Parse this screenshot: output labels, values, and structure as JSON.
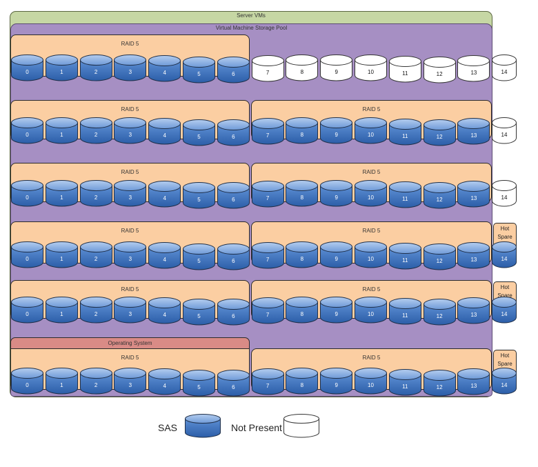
{
  "server_label": "Server VMs",
  "pool_label": "Virtual Machine Storage Pool",
  "raid_label": "RAID 5",
  "os_label": "Operating System",
  "hot_spare_label": "Hot\nSpare",
  "colors": {
    "server_vms": "#c6d7a4",
    "storage_pool": "#a68fc3",
    "raid": "#fbcea2",
    "operating_system": "#d98b86",
    "sas_disk": "#4f81bd",
    "not_present_disk": "#ffffff"
  },
  "legend": [
    {
      "label": "SAS",
      "type": "sas"
    },
    {
      "label": "Not Present",
      "type": "empty"
    }
  ],
  "rows": [
    {
      "raid_groups": [
        {
          "label": "RAID 5",
          "disks": [
            "0",
            "1",
            "2",
            "3",
            "4",
            "5",
            "6"
          ]
        }
      ],
      "os_label": "",
      "disks": [
        {
          "label": "0",
          "type": "sas"
        },
        {
          "label": "1",
          "type": "sas"
        },
        {
          "label": "2",
          "type": "sas"
        },
        {
          "label": "3",
          "type": "sas"
        },
        {
          "label": "4",
          "type": "sas"
        },
        {
          "label": "5",
          "type": "sas"
        },
        {
          "label": "6",
          "type": "sas"
        },
        {
          "label": "7",
          "type": "empty"
        },
        {
          "label": "8",
          "type": "empty"
        },
        {
          "label": "9",
          "type": "empty"
        },
        {
          "label": "10",
          "type": "empty"
        },
        {
          "label": "11",
          "type": "empty"
        },
        {
          "label": "12",
          "type": "empty"
        },
        {
          "label": "13",
          "type": "empty"
        },
        {
          "label": "14",
          "type": "empty"
        }
      ],
      "slot14": "empty"
    },
    {
      "raid_groups": [
        {
          "label": "RAID 5",
          "disks": [
            "0",
            "1",
            "2",
            "3",
            "4",
            "5",
            "6"
          ]
        },
        {
          "label": "RAID 5",
          "disks": [
            "7",
            "8",
            "9",
            "10",
            "11",
            "12",
            "13"
          ]
        }
      ],
      "os_label": "",
      "disks": [
        {
          "label": "0",
          "type": "sas"
        },
        {
          "label": "1",
          "type": "sas"
        },
        {
          "label": "2",
          "type": "sas"
        },
        {
          "label": "3",
          "type": "sas"
        },
        {
          "label": "4",
          "type": "sas"
        },
        {
          "label": "5",
          "type": "sas"
        },
        {
          "label": "6",
          "type": "sas"
        },
        {
          "label": "7",
          "type": "sas"
        },
        {
          "label": "8",
          "type": "sas"
        },
        {
          "label": "9",
          "type": "sas"
        },
        {
          "label": "10",
          "type": "sas"
        },
        {
          "label": "11",
          "type": "sas"
        },
        {
          "label": "12",
          "type": "sas"
        },
        {
          "label": "13",
          "type": "sas"
        },
        {
          "label": "14",
          "type": "empty"
        }
      ],
      "slot14": "empty"
    },
    {
      "raid_groups": [
        {
          "label": "RAID 5",
          "disks": [
            "0",
            "1",
            "2",
            "3",
            "4",
            "5",
            "6"
          ]
        },
        {
          "label": "RAID 5",
          "disks": [
            "7",
            "8",
            "9",
            "10",
            "11",
            "12",
            "13"
          ]
        }
      ],
      "os_label": "",
      "disks": [
        {
          "label": "0",
          "type": "sas"
        },
        {
          "label": "1",
          "type": "sas"
        },
        {
          "label": "2",
          "type": "sas"
        },
        {
          "label": "3",
          "type": "sas"
        },
        {
          "label": "4",
          "type": "sas"
        },
        {
          "label": "5",
          "type": "sas"
        },
        {
          "label": "6",
          "type": "sas"
        },
        {
          "label": "7",
          "type": "sas"
        },
        {
          "label": "8",
          "type": "sas"
        },
        {
          "label": "9",
          "type": "sas"
        },
        {
          "label": "10",
          "type": "sas"
        },
        {
          "label": "11",
          "type": "sas"
        },
        {
          "label": "12",
          "type": "sas"
        },
        {
          "label": "13",
          "type": "sas"
        },
        {
          "label": "14",
          "type": "empty"
        }
      ],
      "slot14": "empty"
    },
    {
      "raid_groups": [
        {
          "label": "RAID 5",
          "disks": [
            "0",
            "1",
            "2",
            "3",
            "4",
            "5",
            "6"
          ]
        },
        {
          "label": "RAID 5",
          "disks": [
            "7",
            "8",
            "9",
            "10",
            "11",
            "12",
            "13"
          ]
        }
      ],
      "os_label": "",
      "disks": [
        {
          "label": "0",
          "type": "sas"
        },
        {
          "label": "1",
          "type": "sas"
        },
        {
          "label": "2",
          "type": "sas"
        },
        {
          "label": "3",
          "type": "sas"
        },
        {
          "label": "4",
          "type": "sas"
        },
        {
          "label": "5",
          "type": "sas"
        },
        {
          "label": "6",
          "type": "sas"
        },
        {
          "label": "7",
          "type": "sas"
        },
        {
          "label": "8",
          "type": "sas"
        },
        {
          "label": "9",
          "type": "sas"
        },
        {
          "label": "10",
          "type": "sas"
        },
        {
          "label": "11",
          "type": "sas"
        },
        {
          "label": "12",
          "type": "sas"
        },
        {
          "label": "13",
          "type": "sas"
        },
        {
          "label": "14",
          "type": "sas"
        }
      ],
      "slot14": "hot_spare"
    },
    {
      "raid_groups": [
        {
          "label": "RAID 5",
          "disks": [
            "0",
            "1",
            "2",
            "3",
            "4",
            "5",
            "6"
          ]
        },
        {
          "label": "RAID 5",
          "disks": [
            "7",
            "8",
            "9",
            "10",
            "11",
            "12",
            "13"
          ]
        }
      ],
      "os_label": "",
      "disks": [
        {
          "label": "0",
          "type": "sas"
        },
        {
          "label": "1",
          "type": "sas"
        },
        {
          "label": "2",
          "type": "sas"
        },
        {
          "label": "3",
          "type": "sas"
        },
        {
          "label": "4",
          "type": "sas"
        },
        {
          "label": "5",
          "type": "sas"
        },
        {
          "label": "6",
          "type": "sas"
        },
        {
          "label": "7",
          "type": "sas"
        },
        {
          "label": "8",
          "type": "sas"
        },
        {
          "label": "9",
          "type": "sas"
        },
        {
          "label": "10",
          "type": "sas"
        },
        {
          "label": "11",
          "type": "sas"
        },
        {
          "label": "12",
          "type": "sas"
        },
        {
          "label": "13",
          "type": "sas"
        },
        {
          "label": "14",
          "type": "sas"
        }
      ],
      "slot14": "hot_spare"
    },
    {
      "raid_groups": [
        {
          "label": "RAID 5",
          "disks": [
            "0",
            "1",
            "2",
            "3",
            "4",
            "5",
            "6"
          ]
        },
        {
          "label": "RAID 5",
          "disks": [
            "7",
            "8",
            "9",
            "10",
            "11",
            "12",
            "13"
          ]
        }
      ],
      "os_label": "Operating System",
      "disks": [
        {
          "label": "0",
          "type": "sas"
        },
        {
          "label": "1",
          "type": "sas"
        },
        {
          "label": "2",
          "type": "sas"
        },
        {
          "label": "3",
          "type": "sas"
        },
        {
          "label": "4",
          "type": "sas"
        },
        {
          "label": "5",
          "type": "sas"
        },
        {
          "label": "6",
          "type": "sas"
        },
        {
          "label": "7",
          "type": "sas"
        },
        {
          "label": "8",
          "type": "sas"
        },
        {
          "label": "9",
          "type": "sas"
        },
        {
          "label": "10",
          "type": "sas"
        },
        {
          "label": "11",
          "type": "sas"
        },
        {
          "label": "12",
          "type": "sas"
        },
        {
          "label": "13",
          "type": "sas"
        },
        {
          "label": "14",
          "type": "sas"
        }
      ],
      "slot14": "hot_spare"
    }
  ]
}
